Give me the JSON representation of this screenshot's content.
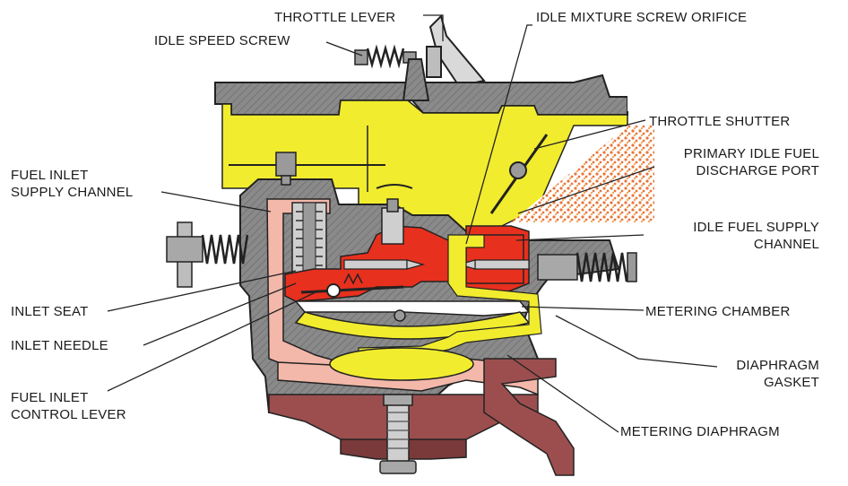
{
  "colors": {
    "body_gray": "#8a8a8a",
    "body_dark": "#5e5e5e",
    "fuel_yellow": "#f2ec2e",
    "idle_red": "#e8301e",
    "inlet_pink": "#f3b8aa",
    "diaphragm_brown": "#9c4e4e",
    "spray_orange": "#e8763a",
    "leader_line": "#222222"
  },
  "labels": {
    "throttle_lever": "THROTTLE LEVER",
    "idle_speed_screw": "IDLE SPEED SCREW",
    "idle_mixture_screw_orifice": "IDLE MIXTURE SCREW ORIFICE",
    "throttle_shutter": "THROTTLE SHUTTER",
    "primary_idle_fuel_discharge_port": [
      "PRIMARY IDLE FUEL",
      "DISCHARGE PORT"
    ],
    "idle_fuel_supply_channel": [
      "IDLE FUEL SUPPLY",
      "CHANNEL"
    ],
    "fuel_inlet_supply_channel": [
      "FUEL INLET",
      "SUPPLY CHANNEL"
    ],
    "inlet_seat": "INLET SEAT",
    "inlet_needle": "INLET NEEDLE",
    "fuel_inlet_control_lever": [
      "FUEL INLET",
      "CONTROL LEVER"
    ],
    "metering_chamber": "METERING CHAMBER",
    "diaphragm_gasket": [
      "DIAPHRAGM",
      "GASKET"
    ],
    "metering_diaphragm": "METERING DIAPHRAGM"
  }
}
